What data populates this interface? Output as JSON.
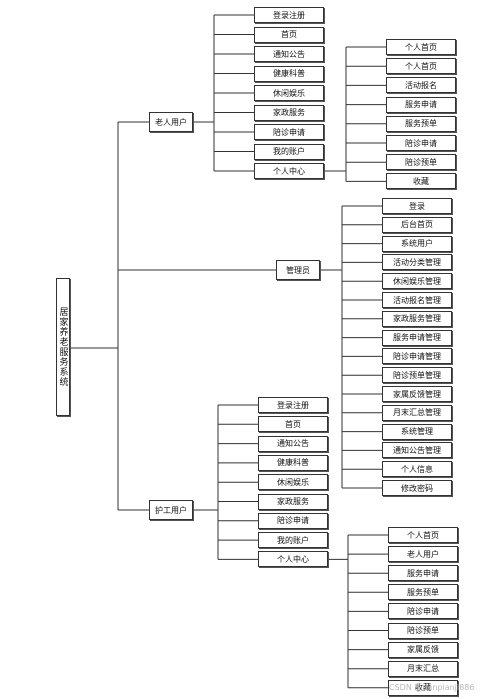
{
  "root": "居家养老服务系统",
  "branches": {
    "elder": {
      "label": "老人用户",
      "items": [
        "登录注册",
        "首页",
        "通知公告",
        "健康科普",
        "休闲娱乐",
        "家政服务",
        "陪诊申请",
        "我的账户",
        "个人中心"
      ],
      "sub": [
        "个人首页",
        "个人首页",
        "活动报名",
        "服务申请",
        "服务预单",
        "陪诊申请",
        "陪诊预单",
        "收藏"
      ]
    },
    "admin": {
      "label": "管理员",
      "items": [
        "登录",
        "后台首页",
        "系统用户",
        "活动分类管理",
        "休闲娱乐管理",
        "活动报名管理",
        "家政服务管理",
        "服务申请管理",
        "陪诊申请管理",
        "陪诊预单管理",
        "家属反馈管理",
        "月末汇总管理",
        "系统管理",
        "通知公告管理",
        "个人信息",
        "修改密码"
      ]
    },
    "nurse": {
      "label": "护工用户",
      "items": [
        "登录注册",
        "首页",
        "通知公告",
        "健康科普",
        "休闲娱乐",
        "家政服务",
        "陪诊申请",
        "我的账户",
        "个人中心"
      ],
      "sub": [
        "个人首页",
        "老人用户",
        "服务申请",
        "服务预单",
        "陪诊申请",
        "陪诊预单",
        "家属反馈",
        "月末汇总",
        "收藏"
      ]
    }
  },
  "watermark": "CSDN @danpianji886"
}
